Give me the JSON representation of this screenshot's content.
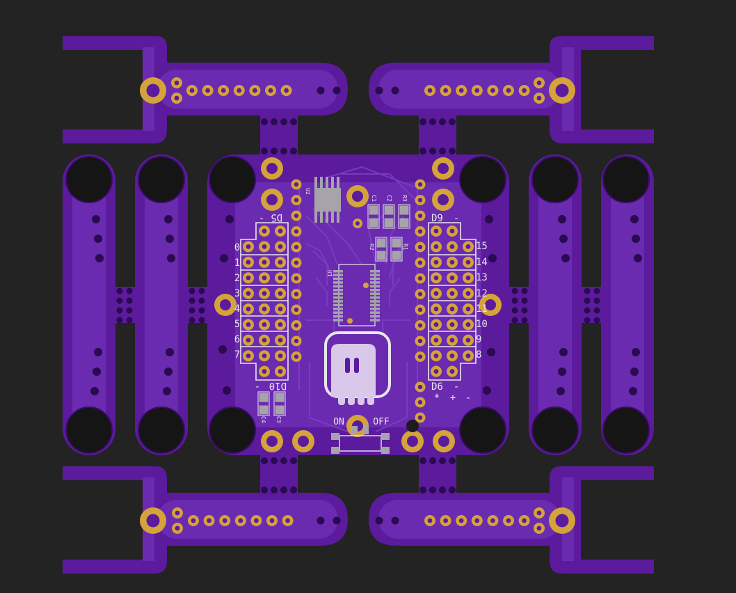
{
  "colors": {
    "background": "#232323",
    "mask": "#5b1b9c",
    "mask_light": "#6a2bb0",
    "mask_dark": "#40107a",
    "trace": "#7a3fc4",
    "copper": "#d4a33a",
    "copper_dark": "#b8862a",
    "hole": "#151515",
    "silkscreen": "#e9e6ec",
    "smd_pad": "#a7a3ab"
  },
  "silkscreen": {
    "header_left_top": "D5",
    "header_left_bottom": "D10",
    "header_right_top": "D9",
    "header_right_bottom": "D6",
    "minus": "-",
    "left_numbers": [
      "0",
      "1",
      "2",
      "3",
      "4",
      "5",
      "6",
      "7"
    ],
    "right_numbers": [
      "15",
      "14",
      "13",
      "12",
      "11",
      "10",
      "9",
      "8"
    ],
    "power_pins": [
      "*",
      "+",
      "-"
    ],
    "switch_on": "ON",
    "switch_off": "OFF",
    "u1": "U1",
    "u2": "U2",
    "c1": "C1",
    "c2": "C2",
    "c3": "C3",
    "c4": "C4",
    "r1": "R1",
    "r2": "R2",
    "r3": "R3"
  },
  "icons": {
    "logo": "ghost-logo-icon",
    "switch": "slide-switch-icon",
    "mount_hole": "mounting-hole-icon"
  }
}
